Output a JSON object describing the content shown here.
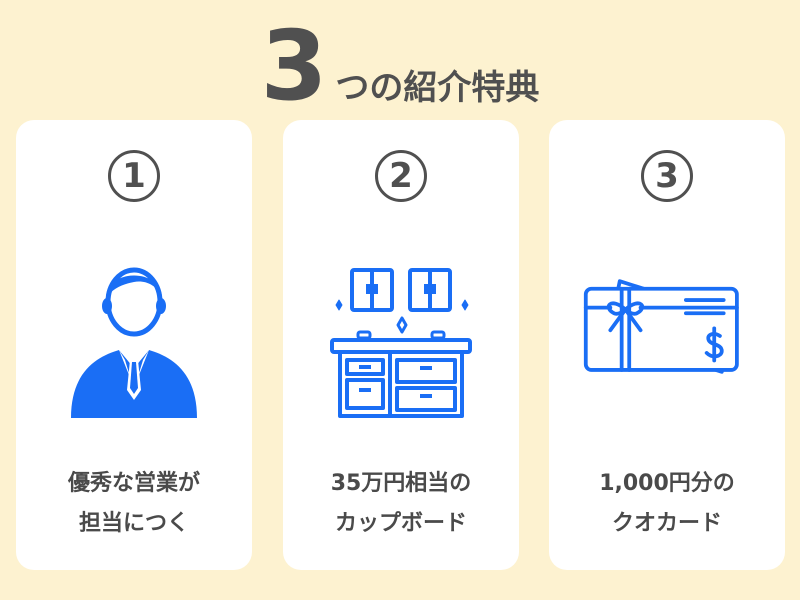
{
  "title": {
    "number": "3",
    "text": "つの紹介特典"
  },
  "colors": {
    "background": "#fdf2d0",
    "card": "#ffffff",
    "accent": "#1a6ef5",
    "text": "#4a4a4a"
  },
  "cards": [
    {
      "number": "1",
      "icon": "businessman-icon",
      "line1": "優秀な営業が",
      "line2": "担当につく"
    },
    {
      "number": "2",
      "icon": "cupboard-icon",
      "line1": "35万円相当の",
      "line2": "カップボード"
    },
    {
      "number": "3",
      "icon": "gift-card-icon",
      "line1": "1,000円分の",
      "line2": "クオカード"
    }
  ]
}
